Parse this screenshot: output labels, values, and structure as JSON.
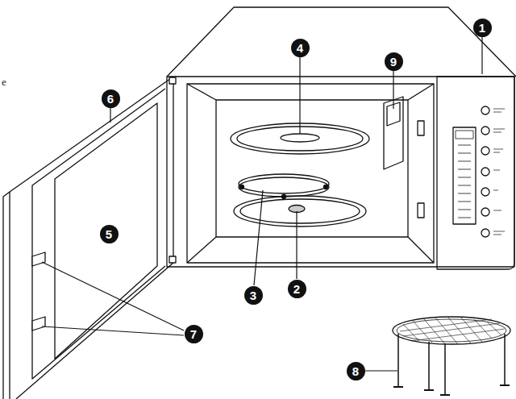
{
  "diagram": {
    "labels": [
      "e",
      "1",
      "4",
      "9",
      "6",
      "5",
      "3",
      "2",
      "7",
      "8"
    ]
  }
}
